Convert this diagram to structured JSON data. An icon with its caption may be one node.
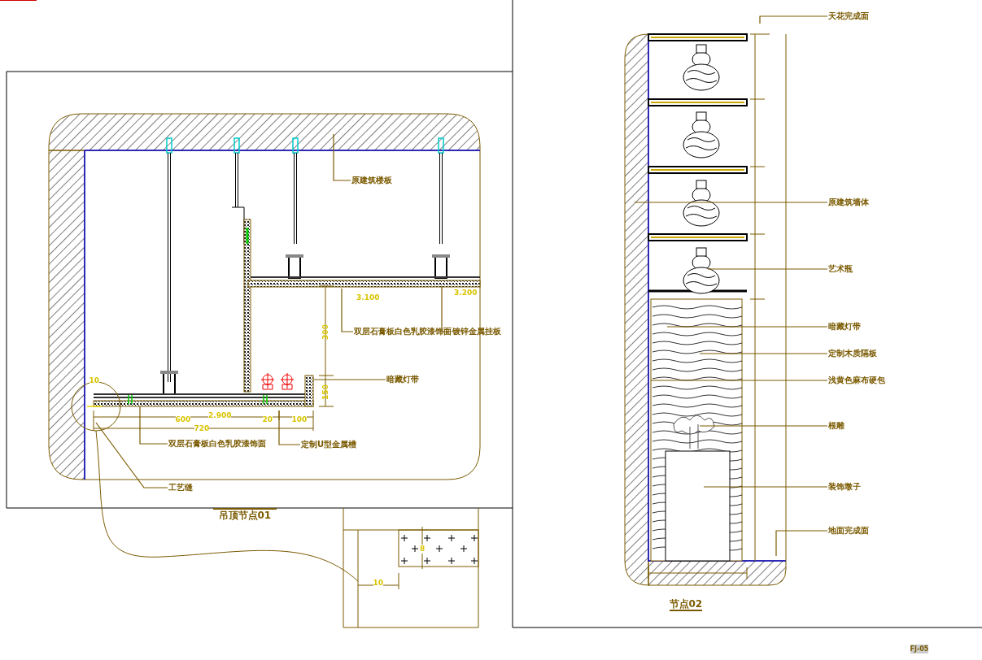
{
  "diagram": {
    "nodes": [
      {
        "text": [
          "原建筑楼板"
        ]
      },
      {
        "text": [
          "双层石膏板白色乳胶漆饰面"
        ]
      },
      {
        "text": [
          "镀锌金属挂板"
        ]
      },
      {
        "text": [
          "暗藏灯带"
        ]
      },
      {
        "text": [
          "双层石膏板白色乳胶漆饰面"
        ]
      },
      {
        "text": [
          "定制U型金属槽"
        ]
      },
      {
        "text": [
          "工艺缝"
        ]
      },
      {
        "text": [
          "天花完成面"
        ]
      },
      {
        "text": [
          "原建筑墙体"
        ]
      },
      {
        "text": [
          "艺术瓶"
        ]
      },
      {
        "text": [
          "暗藏灯带"
        ]
      },
      {
        "text": [
          "定制木质隔板"
        ]
      },
      {
        "text": [
          "浅黄色麻布硬包"
        ]
      },
      {
        "text": [
          "根雕"
        ]
      },
      {
        "text": [
          "装饰墩子"
        ]
      },
      {
        "text": [
          "地面完成面"
        ]
      }
    ],
    "edges": [
      {
        "from": 0,
        "to": null,
        "arrow": "none"
      },
      {
        "from": 1,
        "to": null,
        "arrow": "none"
      },
      {
        "from": 2,
        "to": null,
        "arrow": "none"
      },
      {
        "from": 3,
        "to": null,
        "arrow": "none"
      },
      {
        "from": 4,
        "to": null,
        "arrow": "none"
      },
      {
        "from": 5,
        "to": null,
        "arrow": "none"
      },
      {
        "from": 6,
        "to": null,
        "arrow": "none"
      },
      {
        "from": 7,
        "to": null,
        "arrow": "none"
      },
      {
        "from": 8,
        "to": null,
        "arrow": "none"
      },
      {
        "from": 9,
        "to": null,
        "arrow": "none"
      },
      {
        "from": 10,
        "to": null,
        "arrow": "none"
      },
      {
        "from": 11,
        "to": null,
        "arrow": "none"
      },
      {
        "from": 12,
        "to": null,
        "arrow": "none"
      },
      {
        "from": 13,
        "to": null,
        "arrow": "none"
      },
      {
        "from": 14,
        "to": null,
        "arrow": "none"
      },
      {
        "from": 15,
        "to": null,
        "arrow": "none"
      }
    ],
    "labels": [
      "3.100",
      "3.200",
      "300",
      "10",
      "150",
      "2.900",
      "600",
      "20",
      "100",
      "720",
      "吊顶节点01",
      "8",
      "10",
      "节点02",
      "FJ-05"
    ]
  }
}
